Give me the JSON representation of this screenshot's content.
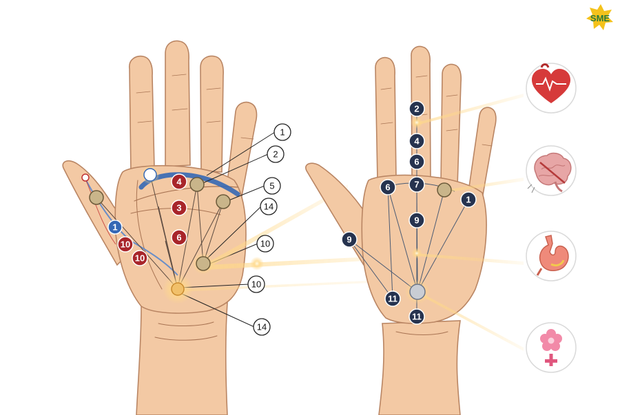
{
  "logo": {
    "text": "SME",
    "colors": {
      "star": "#f4c21b",
      "letters": "#2a7a3b"
    }
  },
  "colors": {
    "skin": "#f3c9a4",
    "skin_shadow": "#e2ad86",
    "outline": "#b98563",
    "crease": "#a87352",
    "marker_red": "#a8252a",
    "marker_navy": "#26334f",
    "marker_blue": "#3568b5",
    "marker_gold": "#c9b58a",
    "glow": "#ffd98a",
    "callout_line": "#222222"
  },
  "left_hand": {
    "callouts": [
      {
        "label": "1"
      },
      {
        "label": "2"
      },
      {
        "label": "5"
      },
      {
        "label": "14"
      },
      {
        "label": "10"
      },
      {
        "label": "10"
      },
      {
        "label": "14"
      }
    ],
    "red_markers": [
      {
        "label": "4"
      },
      {
        "label": "3"
      },
      {
        "label": "6"
      },
      {
        "label": "10"
      },
      {
        "label": "10"
      }
    ],
    "blue_markers": [
      {
        "label": "1"
      }
    ]
  },
  "right_hand": {
    "navy_markers": [
      {
        "label": "2"
      },
      {
        "label": "4"
      },
      {
        "label": "6"
      },
      {
        "label": "7"
      },
      {
        "label": "6"
      },
      {
        "label": "1"
      },
      {
        "label": "9"
      },
      {
        "label": "9"
      },
      {
        "label": "11"
      },
      {
        "label": "11"
      }
    ]
  },
  "organ_icons": [
    {
      "name": "heart-icon"
    },
    {
      "name": "brain-icon"
    },
    {
      "name": "stomach-icon"
    },
    {
      "name": "female-reproductive-icon"
    }
  ]
}
